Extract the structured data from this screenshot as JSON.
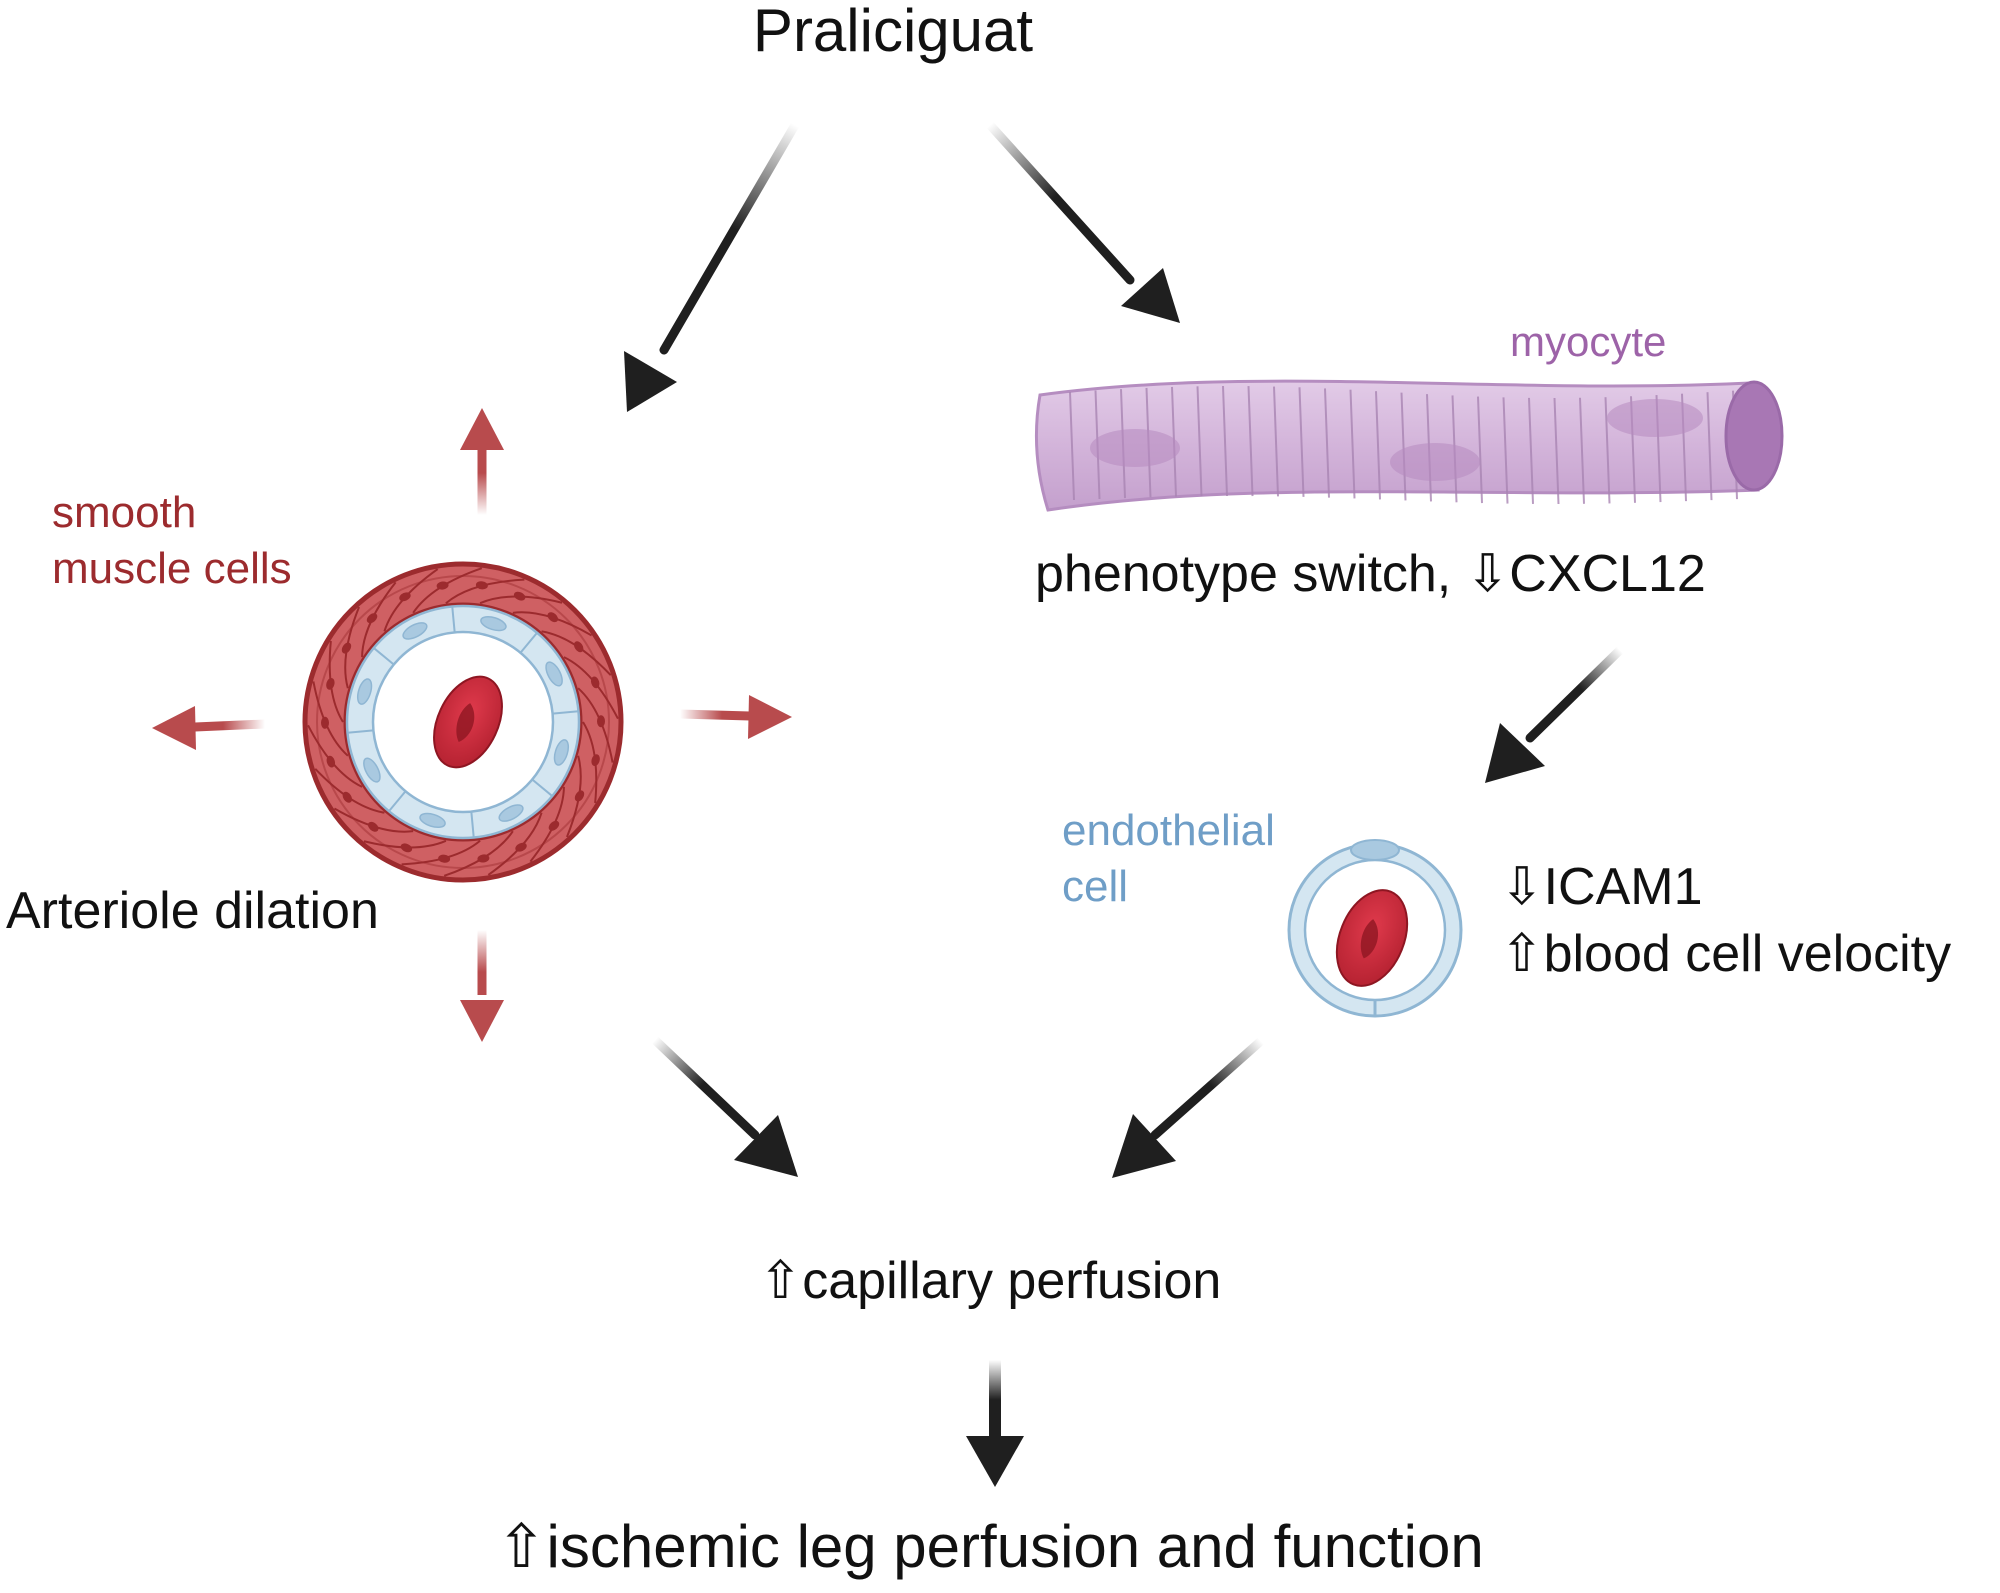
{
  "title": "Praliciguat",
  "left_branch": {
    "cell_label": [
      "smooth",
      "muscle cells"
    ],
    "effect": "Arteriole dilation"
  },
  "right_branch": {
    "cell_label": "myocyte",
    "effect": "phenotype switch, ⇩CXCL12",
    "endothelial_label": [
      "endothelial",
      "cell"
    ],
    "endothelial_effects": [
      "⇩ICAM1",
      "⇧blood cell velocity"
    ]
  },
  "convergence": "⇧capillary perfusion",
  "outcome": "⇧ischemic leg perfusion and function",
  "colors": {
    "arrow": "#1f1f1f",
    "smooth_muscle": "#c8575a",
    "smooth_muscle_dark": "#9c2b2e",
    "endothelium": "#d4e6f1",
    "endothelium_stroke": "#8fb6d3",
    "myocyte": "#d6b8dc",
    "myocyte_stroke": "#b58dc0",
    "rbc": "#c9293a",
    "rbc_dark": "#8e1622"
  },
  "icons": [
    "arrow-down-icon",
    "vessel-cross-section-icon",
    "myocyte-fiber-icon",
    "capillary-icon",
    "red-blood-cell-icon"
  ]
}
